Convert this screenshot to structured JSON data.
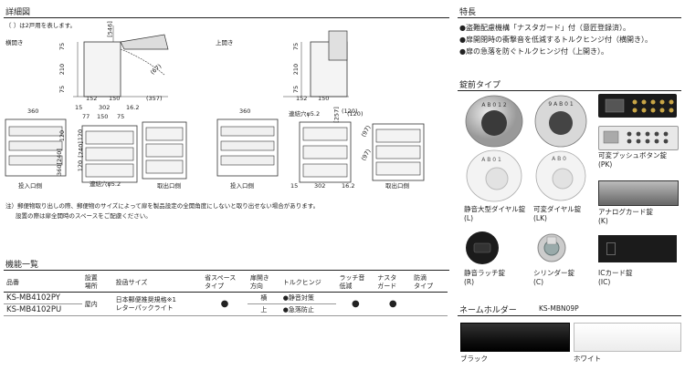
{
  "detail": {
    "title": "詳細図",
    "note_brackets": "〔 〕は2戸用を表します。",
    "side_open_label": "横開き",
    "top_open_label": "上開き",
    "dims_front": [
      "75",
      "210",
      "75",
      "[546]",
      "152",
      "150",
      "(357)",
      "(67)"
    ],
    "dims_top": [
      "75",
      "210",
      "75",
      "152",
      "150",
      "(120)"
    ],
    "dims_left_plan": [
      "360",
      "120",
      "360[240]",
      "投入口側"
    ],
    "dims_middle_plan": [
      "15",
      "302",
      "16.2",
      "77",
      "150",
      "75",
      "120",
      "[240]",
      "120",
      "連結穴φ5.2",
      "取出口側"
    ],
    "dims_right_plan": [
      "360",
      "302",
      "16.2",
      "15",
      "連結穴φ5.2",
      "[257]",
      "(120)",
      "(97)",
      "(97)",
      "投入口側",
      "取出口側"
    ],
    "note1": "注）郵便物取り出しの際、郵便物のサイズによって扉を製品設定の全開角度にしないと取り出せない場合があります。",
    "note2": "設置の際は扉全開時のスペースをご配慮ください。"
  },
  "function": {
    "title": "機能一覧",
    "headers": [
      "品番",
      "設置\n場所",
      "投函サイズ",
      "省スペース\nタイプ",
      "扉開き\n方向",
      "トルクヒンジ",
      "ラッチ音\n低減",
      "ナスタ\nガード",
      "防滴\nタイプ"
    ],
    "rows": [
      {
        "code": "KS-MB4102PY",
        "place": "屋内",
        "size": "日本郵便推奨規格※1\nレターパックライト",
        "space": "●",
        "dir": "横",
        "hinge": "●静音対策",
        "latch": "●",
        "nasta": "●",
        "drip": ""
      },
      {
        "code": "KS-MB4102PU",
        "place": "",
        "size": "",
        "space": "",
        "dir": "上",
        "hinge": "●急落防止",
        "latch": "",
        "nasta": "",
        "drip": ""
      }
    ]
  },
  "features": {
    "title": "特長",
    "items": [
      "●盗難配慮機構「ナスタガード」付（意匠登録済）。",
      "●扉開閉時の衝撃音を低減するトルクヒンジ付（横開き）。",
      "●扉の急落を防ぐトルクヒンジ付（上開き）。"
    ]
  },
  "locks": {
    "title": "錠前タイプ",
    "items": [
      {
        "label": "静音大型ダイヤル錠",
        "code": "(L)"
      },
      {
        "label": "可変ダイヤル錠",
        "code": "(LK)"
      },
      {
        "label": "可変プッシュボタン錠",
        "code": "(PK)"
      },
      {
        "label": "アナログカード錠",
        "code": "(K)"
      },
      {
        "label": "静音ラッチ錠",
        "code": "(R)"
      },
      {
        "label": "シリンダー錠",
        "code": "(C)"
      },
      {
        "label": "ICカード錠",
        "code": "(IC)"
      }
    ]
  },
  "nameholder": {
    "title": "ネームホルダー",
    "code": "KS-MBN09P",
    "black": "ブラック",
    "white": "ホワイト"
  },
  "colors": {
    "line": "#222222",
    "panel": "#f2f2f2",
    "dark": "#1b1b1b"
  }
}
